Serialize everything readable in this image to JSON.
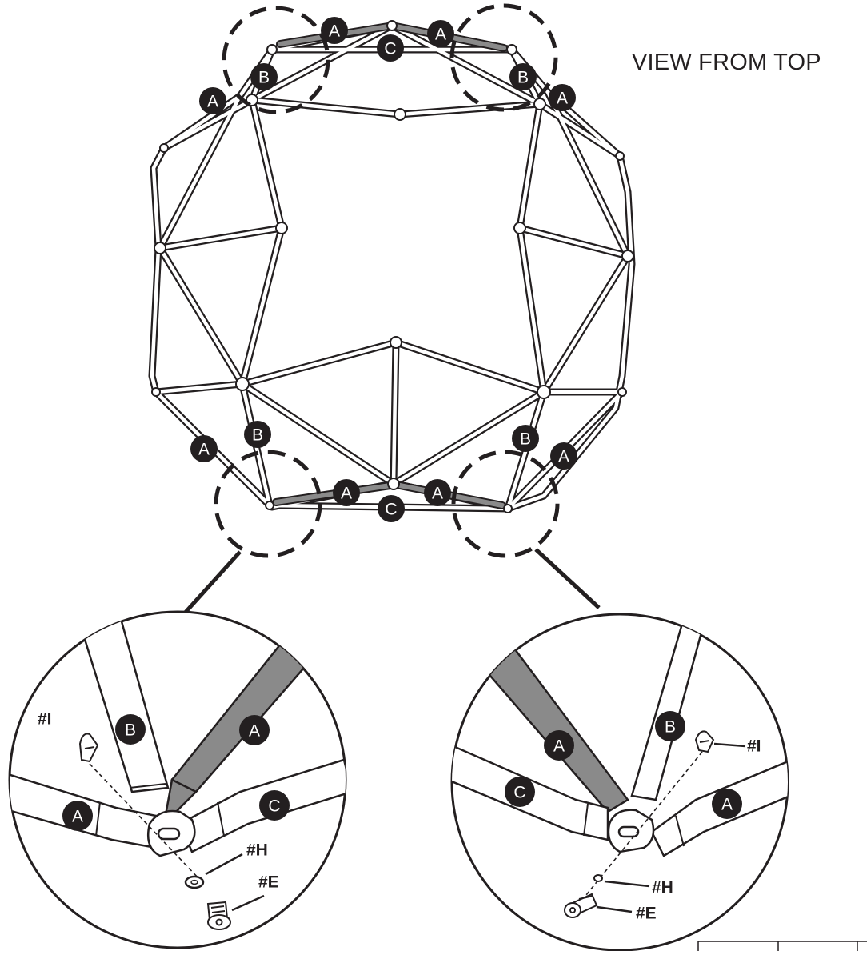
{
  "title": "VIEW FROM TOP",
  "labels": {
    "a": "A",
    "b": "B",
    "c": "C"
  },
  "hardware": {
    "i": "#I",
    "h": "#H",
    "e": "#E"
  },
  "colors": {
    "ink": "#231f20",
    "highlight_tube": "#8a8a8a",
    "paper": "#ffffff"
  }
}
